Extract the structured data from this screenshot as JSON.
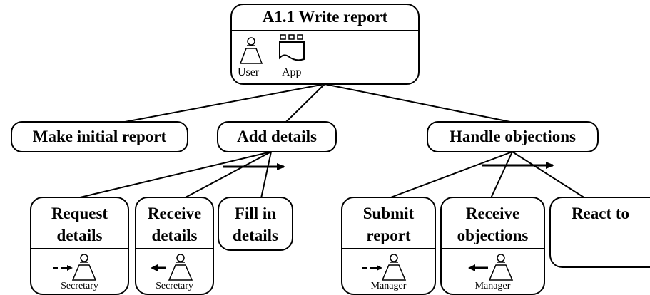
{
  "root": {
    "title": "A1.1  Write report",
    "actors": [
      {
        "label": "User",
        "icon": "user-icon"
      },
      {
        "label": "App",
        "icon": "application-icon"
      }
    ]
  },
  "level1": [
    {
      "label": "Make initial report"
    },
    {
      "label": "Add details"
    },
    {
      "label": "Handle objections"
    }
  ],
  "level2": [
    {
      "label_line1": "Request",
      "label_line2": "details",
      "role": "Secretary",
      "direction": "send",
      "icon": "secretary-icon"
    },
    {
      "label_line1": "Receive",
      "label_line2": "details",
      "role": "Secretary",
      "direction": "receive",
      "icon": "secretary-icon"
    },
    {
      "label_line1": "Fill in",
      "label_line2": "details"
    },
    {
      "label_line1": "Submit",
      "label_line2": "report",
      "role": "Manager",
      "direction": "send",
      "icon": "manager-icon"
    },
    {
      "label_line1": "Receive",
      "label_line2": "objections",
      "role": "Manager",
      "direction": "receive",
      "icon": "manager-icon"
    },
    {
      "label_line1": "React to",
      "label_line2": ""
    }
  ],
  "colors": {
    "ink": "#000000",
    "background": "#ffffff"
  }
}
